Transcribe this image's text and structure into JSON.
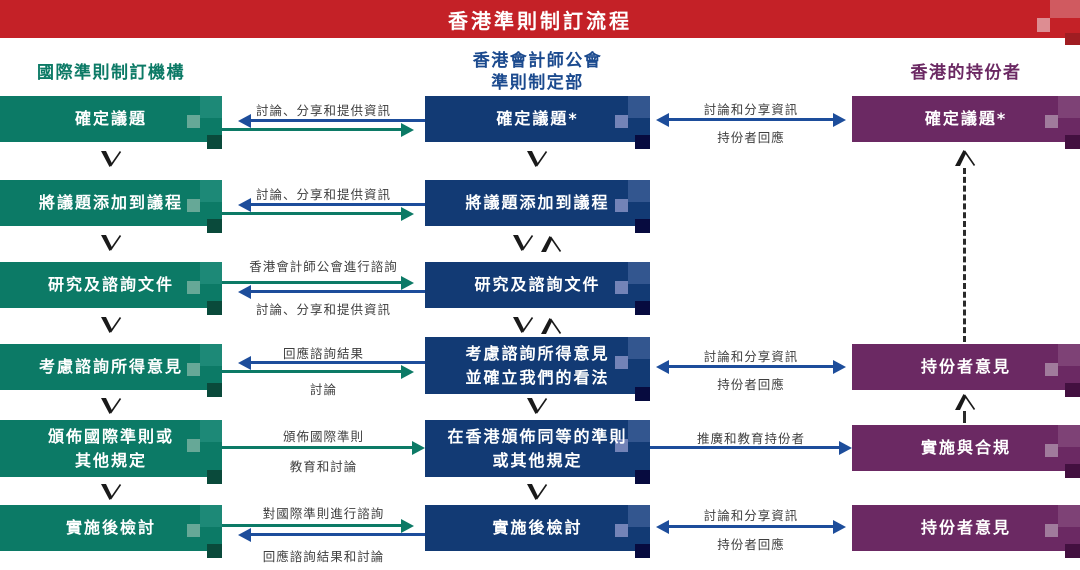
{
  "title": "香港準則制訂流程",
  "headers": {
    "left": "國際準則制訂機構",
    "middle": "香港會計師公會\n準則制定部",
    "right": "香港的持份者"
  },
  "left_column": {
    "boxes": [
      "確定議題",
      "將議題添加到議程",
      "研究及諮詢文件",
      "考慮諮詢所得意見",
      "頒佈國際準則或\n其他規定",
      "實施後檢討"
    ]
  },
  "middle_column": {
    "boxes": [
      "確定議題*",
      "將議題添加到議程",
      "研究及諮詢文件",
      "考慮諮詢所得意見\n並確立我們的看法",
      "在香港頒佈同等的準則\n或其他規定",
      "實施後檢討"
    ]
  },
  "right_column": {
    "boxes": [
      "確定議題*",
      "持份者意見",
      "實施與合規",
      "持份者意見"
    ]
  },
  "left_middle_links": [
    {
      "top_label": "討論、分享和提供資訊"
    },
    {
      "top_label": "討論、分享和提供資訊"
    },
    {
      "top_label": "香港會計師公會進行諮詢",
      "bottom_label": "討論、分享和提供資訊"
    },
    {
      "top_label": "回應諮詢結果",
      "bottom_label": "討論"
    },
    {
      "top_label": "頒佈國際準則",
      "bottom_label": "教育和討論"
    },
    {
      "top_label": "對國際準則進行諮詢",
      "bottom_label": "回應諮詢結果和討論"
    }
  ],
  "middle_right_links": [
    {
      "top_label": "討論和分享資訊",
      "bottom_label": "持份者回應"
    },
    {
      "top_label": "討論和分享資訊",
      "bottom_label": "持份者回應"
    },
    {
      "top_label": "推廣和教育持份者"
    },
    {
      "top_label": "討論和分享資訊",
      "bottom_label": "持份者回應"
    }
  ],
  "colors": {
    "red_bar": "#c42127",
    "red_light": "#d05a60",
    "red_pale": "#dd8d92",
    "red_dark": "#a01d22",
    "green_box": "#0c7a66",
    "green_light": "#1d8977",
    "green_pale": "#66a897",
    "green_dark": "#0a4a3b",
    "blue_box": "#123a74",
    "blue_light": "#33568f",
    "blue_pale": "#7383b7",
    "blue_dark": "#070b3f",
    "purple_box": "#6b2963",
    "purple_light": "#7e4276",
    "purple_pale": "#a07b9c",
    "purple_dark": "#431040",
    "arrow_blue": "#1d4d9b",
    "arrow_green": "#0c7a66",
    "label_text": "#3f3f3f",
    "header_left": "#0c7a66",
    "header_middle": "#1b4a8e",
    "header_right": "#6b2963"
  }
}
